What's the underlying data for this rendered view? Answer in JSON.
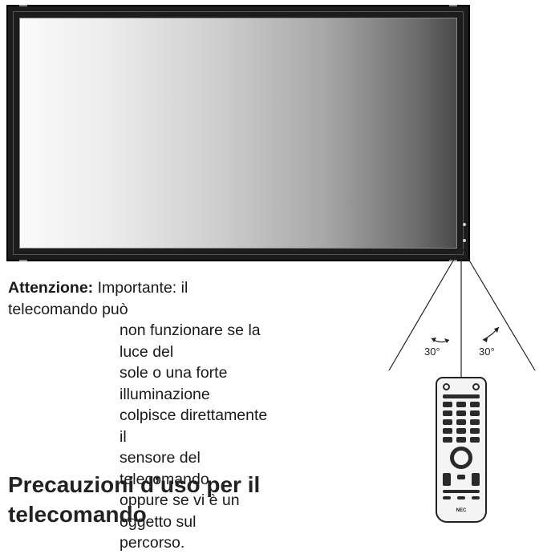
{
  "caution": {
    "label": "Attenzione:",
    "lines": [
      "Importante: il telecomando può",
      "non funzionare se la luce del",
      "sole o una forte illuminazione",
      "colpisce direttamente il",
      "sensore del telecomando",
      "oppure se vi è un oggetto sul",
      "percorso."
    ]
  },
  "heading": {
    "line1": "Precauzioni d’uso per il",
    "line2": "telecomando"
  },
  "diagram": {
    "left_angle": "30°",
    "right_angle": "30°"
  },
  "remote": {
    "brand": "NEC"
  }
}
